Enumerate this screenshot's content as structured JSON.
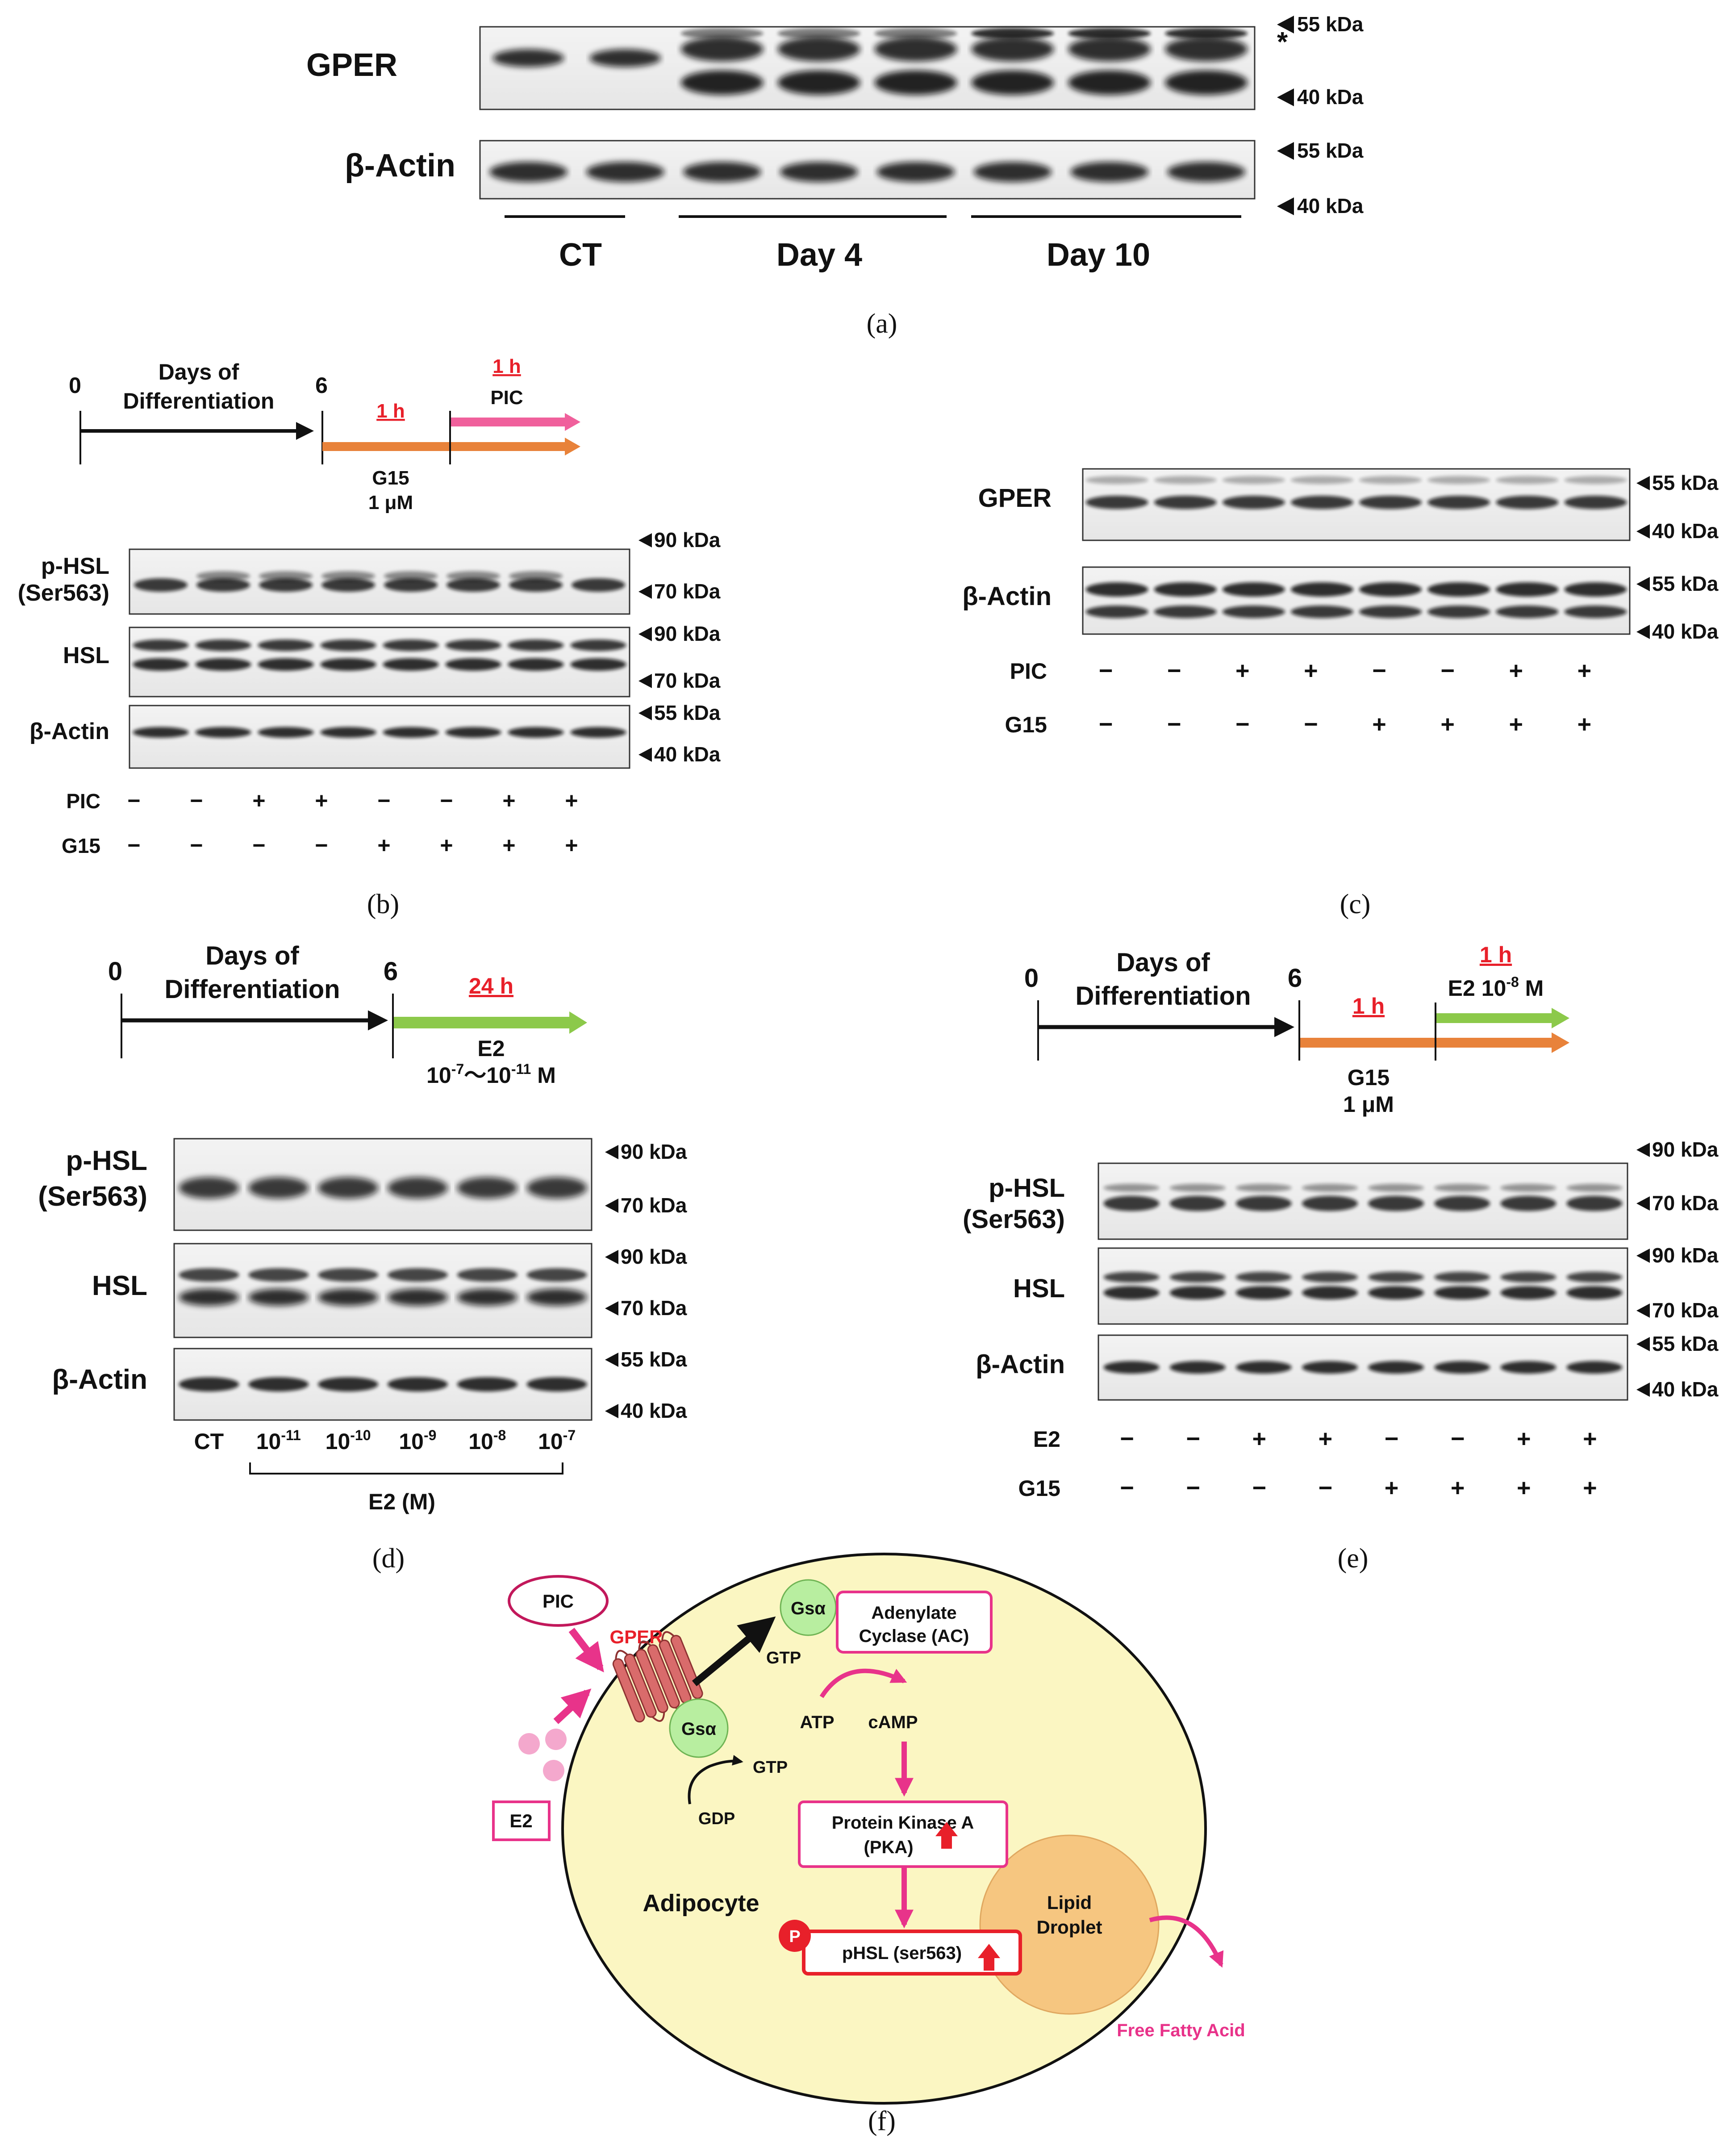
{
  "panels": {
    "a": {
      "letter": "(a)",
      "rows": [
        "GPER",
        "β-Actin"
      ],
      "markers": [
        "55 kDa",
        "40 kDa",
        "55 kDa",
        "40 kDa"
      ],
      "asterisk": "*",
      "groups": [
        "CT",
        "Day 4",
        "Day 10"
      ]
    },
    "b": {
      "letter": "(b)",
      "timeline": {
        "start": "0",
        "days_line1": "Days of",
        "days_line2": "Differentiation",
        "mark": "6",
        "g15_time": "1 h",
        "g15_line1": "G15",
        "g15_line2": "1 μM",
        "pic_time": "1 h",
        "pic_label": "PIC"
      },
      "rows": [
        "p-HSL",
        "(Ser563)",
        "HSL",
        "β-Actin"
      ],
      "markers": [
        "90 kDa",
        "70 kDa",
        "90 kDa",
        "70 kDa",
        "55 kDa",
        "40 kDa"
      ],
      "treatments": [
        {
          "name": "PIC",
          "signs": [
            "−",
            "−",
            "+",
            "+",
            "−",
            "−",
            "+",
            "+"
          ]
        },
        {
          "name": "G15",
          "signs": [
            "−",
            "−",
            "−",
            "−",
            "+",
            "+",
            "+",
            "+"
          ]
        }
      ]
    },
    "c": {
      "letter": "(c)",
      "rows": [
        "GPER",
        "β-Actin"
      ],
      "markers": [
        "55 kDa",
        "40 kDa",
        "55 kDa",
        "40 kDa"
      ],
      "treatments": [
        {
          "name": "PIC",
          "signs": [
            "−",
            "−",
            "+",
            "+",
            "−",
            "−",
            "+",
            "+"
          ]
        },
        {
          "name": "G15",
          "signs": [
            "−",
            "−",
            "−",
            "−",
            "+",
            "+",
            "+",
            "+"
          ]
        }
      ]
    },
    "d": {
      "letter": "(d)",
      "timeline": {
        "start": "0",
        "days_line1": "Days of",
        "days_line2": "Differentiation",
        "mark": "6",
        "time": "24 h",
        "e2_label": "E2",
        "range_a": "10",
        "range_a_exp": "-7",
        "range_sep": "〜",
        "range_b": "10",
        "range_b_exp": "-11",
        "range_unit": "M"
      },
      "rows": [
        "p-HSL",
        "(Ser563)",
        "HSL",
        "β-Actin"
      ],
      "markers": [
        "90 kDa",
        "70 kDa",
        "90 kDa",
        "70 kDa",
        "55 kDa",
        "40 kDa"
      ],
      "lanes": [
        {
          "base": "CT",
          "exp": ""
        },
        {
          "base": "10",
          "exp": "-11"
        },
        {
          "base": "10",
          "exp": "-10"
        },
        {
          "base": "10",
          "exp": "-9"
        },
        {
          "base": "10",
          "exp": "-8"
        },
        {
          "base": "10",
          "exp": "-7"
        }
      ],
      "group_label": "E2 (M)"
    },
    "e": {
      "letter": "(e)",
      "timeline": {
        "start": "0",
        "days_line1": "Days of",
        "days_line2": "Differentiation",
        "mark": "6",
        "g15_time": "1 h",
        "g15_line1": "G15",
        "g15_line2": "1 μM",
        "e2_time": "1 h",
        "e2_label": "E2 10",
        "e2_exp": "-8",
        "e2_unit": " M"
      },
      "rows": [
        "p-HSL",
        "(Ser563)",
        "HSL",
        "β-Actin"
      ],
      "markers": [
        "90 kDa",
        "70 kDa",
        "90 kDa",
        "70 kDa",
        "55 kDa",
        "40 kDa"
      ],
      "treatments": [
        {
          "name": "E2",
          "signs": [
            "−",
            "−",
            "+",
            "+",
            "−",
            "−",
            "+",
            "+"
          ]
        },
        {
          "name": "G15",
          "signs": [
            "−",
            "−",
            "−",
            "−",
            "+",
            "+",
            "+",
            "+"
          ]
        }
      ]
    },
    "f": {
      "letter": "(f)",
      "pic": "PIC",
      "gper": "GPER",
      "e2": "E2",
      "gsa_top": "Gsα",
      "gsa_bottom": "Gsα",
      "gtp_top": "GTP",
      "gtp_bottom": "GTP",
      "gdp": "GDP",
      "ac_line1": "Adenylate",
      "ac_line2": "Cyclase (AC)",
      "atp": "ATP",
      "camp": "cAMP",
      "pka_line1": "Protein Kinase A",
      "pka_line2": "(PKA)",
      "p_badge": "P",
      "phsl": "pHSL (ser563)",
      "adipocyte": "Adipocyte",
      "lipid_line1": "Lipid",
      "lipid_line2": "Droplet",
      "ffa": "Free Fatty Acid"
    }
  },
  "colors": {
    "orange_arrow": "#e8823a",
    "pink_arrow": "#f0609c",
    "green_arrow": "#8cc94a",
    "magenta": "#e8338a",
    "cell_fill": "#fbf6c2",
    "lipid_fill": "#f6c680",
    "gsa_fill": "#b8eea0",
    "red": "#e8202a"
  }
}
